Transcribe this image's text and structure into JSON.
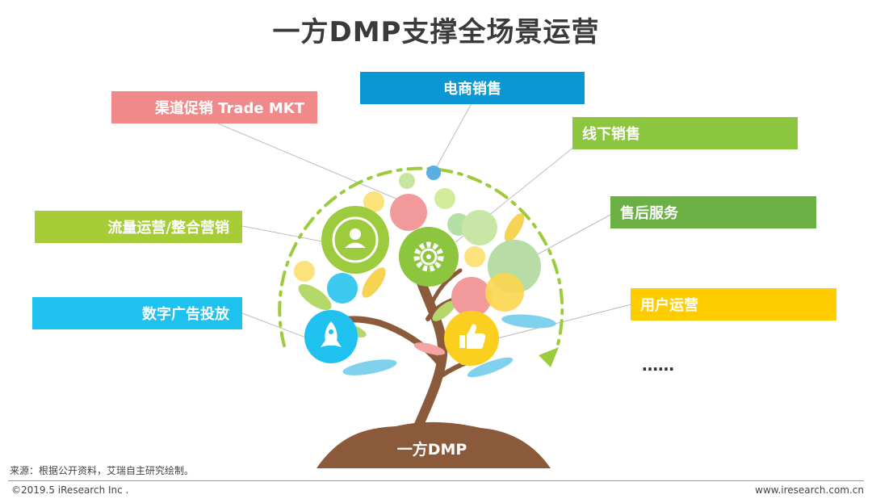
{
  "title": "一方DMP支撑全场景运营",
  "boxes": {
    "ecommerce": "电商销售",
    "channel": "渠道促销 Trade MKT",
    "offline": "线下销售",
    "traffic": "流量运营/整合营销",
    "aftersales": "售后服务",
    "digital_ads": "数字广告投放",
    "user_ops": "用户运营"
  },
  "ellipsis": "……",
  "root_label": "一方DMP",
  "footer": {
    "source": "来源：根据公开资料，艾瑞自主研究绘制。",
    "copyright": "©2019.5 iResearch Inc .",
    "website": "www.iresearch.com.cn"
  },
  "colors": {
    "ecommerce": "#0b97d3",
    "channel": "#f0898a",
    "offline": "#8cc63f",
    "traffic": "#a6cc36",
    "aftersales": "#6ab045",
    "digital_ads": "#1fc1ef",
    "user_ops": "#ffcc00",
    "trunk": "#8a5a3b",
    "arc": "#9ccc3d"
  },
  "icons": [
    "user-icon",
    "gear-icon",
    "rocket-icon",
    "thumbs-up-icon"
  ]
}
